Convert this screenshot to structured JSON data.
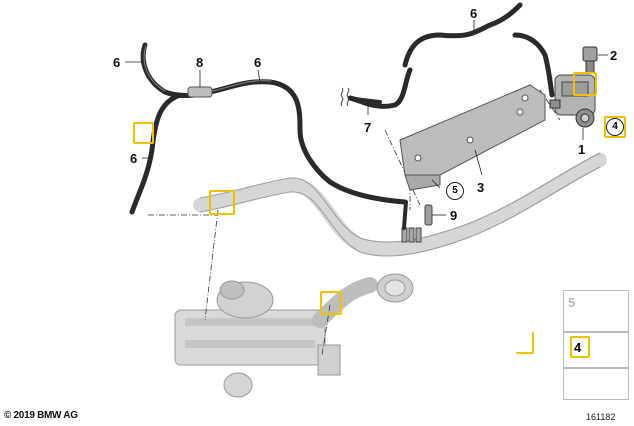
{
  "callouts": {
    "c6a": "6",
    "c8": "8",
    "c6b": "6",
    "c6c": "6",
    "c6d": "6",
    "c2": "2",
    "c7": "7",
    "c1": "1",
    "c4": "4",
    "c3": "3",
    "c5": "5",
    "c9": "9"
  },
  "legend": {
    "item5": "5",
    "item4": "4"
  },
  "footer": {
    "copyright": "© 2019 BMW AG",
    "diagram_number": "161182"
  },
  "colors": {
    "highlight": "#f2c200",
    "hose": "#2a2a2a",
    "component": "#c8c8c8"
  }
}
